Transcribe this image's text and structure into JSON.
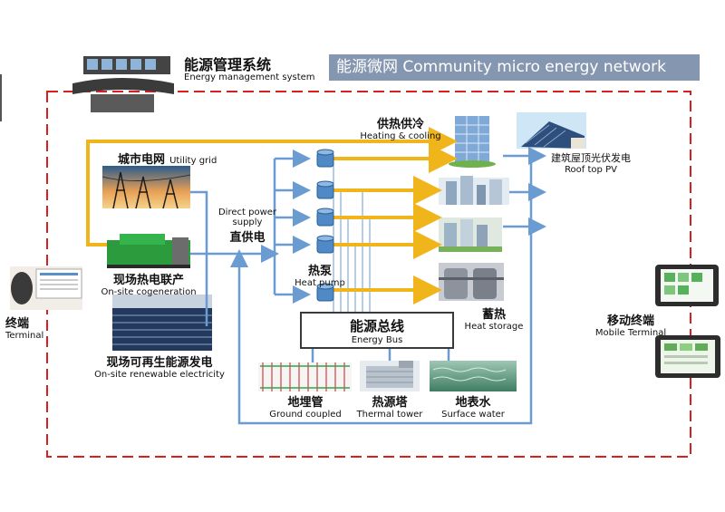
{
  "header": {
    "ems_cn": "能源管理系统",
    "ems_en": "Energy management system",
    "title": "能源微网  Community micro energy network"
  },
  "nodes": {
    "utility_grid": {
      "cn": "城市电网",
      "en": "Utility grid"
    },
    "cogeneration": {
      "cn": "现场热电联产",
      "en": "On-site cogeneration"
    },
    "renewable": {
      "cn": "现场可再生能源发电",
      "en": "On-site renewable electricity"
    },
    "direct_power": {
      "en_line1": "Direct power",
      "en_line2": "supply",
      "cn": "直供电"
    },
    "heating_cooling": {
      "cn": "供热供冷",
      "en": "Heating & cooling"
    },
    "rooftop_pv": {
      "cn": "建筑屋顶光伏发电",
      "en": "Roof top PV"
    },
    "heat_pump": {
      "cn": "热泵",
      "en": "Heat pump"
    },
    "heat_storage": {
      "cn": "蓄热",
      "en": "Heat storage"
    },
    "energy_bus": {
      "cn": "能源总线",
      "en": "Energy Bus"
    },
    "ground_coupled": {
      "cn": "地埋管",
      "en": "Ground coupled"
    },
    "thermal_tower": {
      "cn": "热源塔",
      "en": "Thermal tower"
    },
    "surface_water": {
      "cn": "地表水",
      "en": "Surface water"
    },
    "terminal": {
      "cn": "终端",
      "en": "Terminal"
    },
    "mobile_terminal": {
      "cn": "移动终端",
      "en": "Mobile Terminal"
    }
  },
  "colors": {
    "boundary": "#d7201f",
    "power_flow": "#6a9bd1",
    "heat_flow": "#f1b51c",
    "banner": "#8496b0"
  }
}
